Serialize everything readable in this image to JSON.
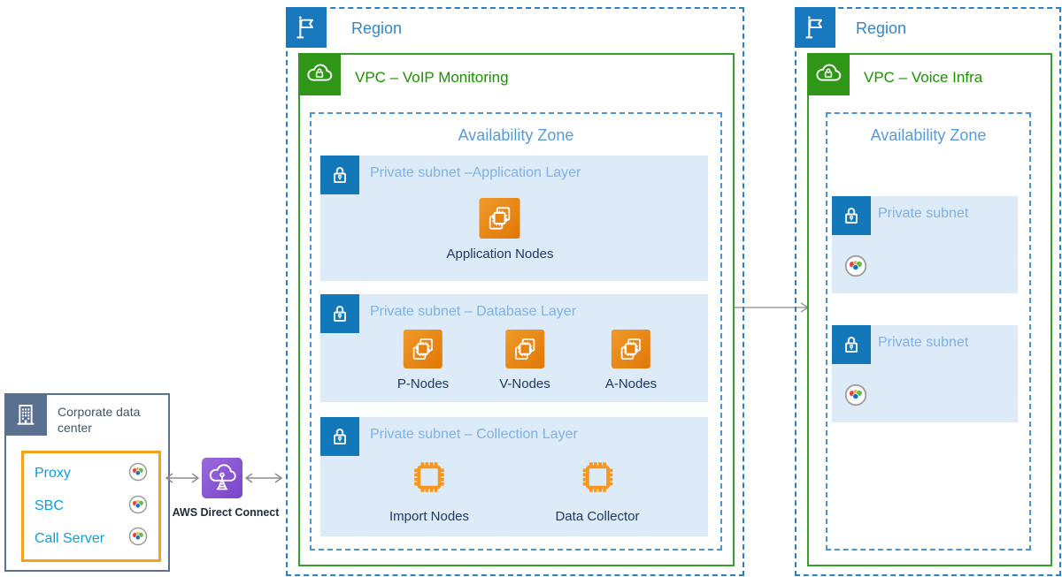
{
  "colors": {
    "region_border": "#2b7fc4",
    "region_fill": "#1878be",
    "region_text": "#3487c7",
    "az_border": "#4f93d6",
    "az_text": "#5b9bd5",
    "vpc_border": "#35a02a",
    "vpc_fill": "#2f9618",
    "vpc_text": "#1e9102",
    "subnet_fill": "#dcebf7",
    "subnet_lock_fill": "#1378b9",
    "subnet_title": "#7fb2e5",
    "node_label": "#1f3864",
    "ec2_orange_light": "#f0992a",
    "ec2_orange_dark": "#e07807",
    "chip_orange": "#f7981d",
    "corp_slate": "#5a7090",
    "corp_text": "#44546a",
    "corp_item_text": "#0c9ed9",
    "corp_item_border": "#f7a01b",
    "dc_purple_light": "#9a6ade",
    "dc_purple_dark": "#7a44c8",
    "dc_label": "#1d2b3a",
    "arrow": "#8c8c8c",
    "gauge_red": "#e2473b",
    "gauge_orange": "#f7a01b",
    "gauge_green": "#64bb46",
    "gauge_blue": "#1271c4",
    "gauge_ring": "#9a9a9a"
  },
  "icons": {
    "region": "flag-icon",
    "vpc": "cloud-lock-icon",
    "private_subnet": "lock-icon",
    "corporate": "building-icon",
    "compute_node": "ec2-instances-icon",
    "collector_node": "chip-icon",
    "monitor_probe": "gauge-icon",
    "direct_connect": "cloud-tower-icon",
    "link": "double-arrow-icon"
  },
  "corporate": {
    "title": "Corporate data center",
    "items": [
      {
        "label": "Proxy"
      },
      {
        "label": "SBC"
      },
      {
        "label": "Call Server"
      }
    ]
  },
  "direct_connect": {
    "label": "AWS Direct Connect"
  },
  "region_left": {
    "label": "Region",
    "vpc_label": "VPC – VoIP Monitoring",
    "az_label": "Availability Zone",
    "subnets": [
      {
        "title": "Private subnet –Application Layer",
        "nodes": [
          {
            "label": "Application Nodes"
          }
        ]
      },
      {
        "title": "Private subnet – Database Layer",
        "nodes": [
          {
            "label": "P-Nodes"
          },
          {
            "label": "V-Nodes"
          },
          {
            "label": "A-Nodes"
          }
        ]
      },
      {
        "title": "Private subnet – Collection Layer",
        "nodes": [
          {
            "label": "Import Nodes"
          },
          {
            "label": "Data Collector"
          }
        ]
      }
    ]
  },
  "region_right": {
    "label": "Region",
    "vpc_label": "VPC – Voice Infra",
    "az_label": "Availability Zone",
    "subnets": [
      {
        "title": "Private subnet"
      },
      {
        "title": "Private subnet"
      }
    ]
  }
}
